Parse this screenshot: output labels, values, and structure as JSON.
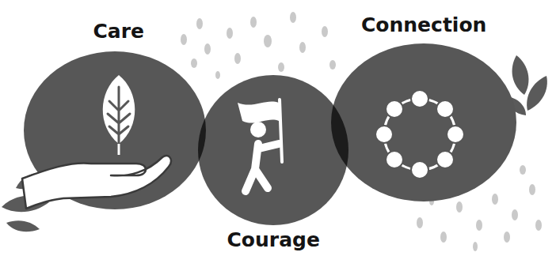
{
  "diagram": {
    "nodes": [
      {
        "text": [
          "Care"
        ]
      },
      {
        "text": [
          "Courage"
        ]
      },
      {
        "text": [
          "Connection"
        ]
      }
    ]
  }
}
